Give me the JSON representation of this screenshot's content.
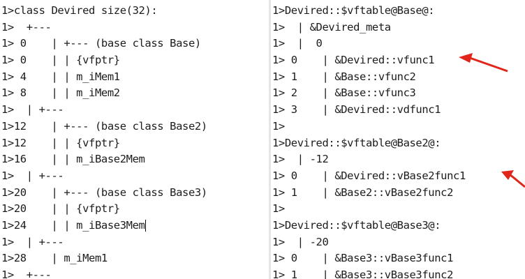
{
  "left_pane": {
    "lines": [
      "1>class Devired size(32):",
      "1>  +---",
      "1> 0    | +--- (base class Base)",
      "1> 0    | | {vfptr}",
      "1> 4    | | m_iMem1",
      "1> 8    | | m_iMem2",
      "1>  | +---",
      "1>12    | +--- (base class Base2)",
      "1>12    | | {vfptr}",
      "1>16    | | m_iBase2Mem",
      "1>  | +---",
      "1>20    | +--- (base class Base3)",
      "1>20    | | {vfptr}",
      "1>24    | | m_iBase3Mem",
      "1>  | +---",
      "1>28    | m_iMem1",
      "1>  +---"
    ]
  },
  "right_pane": {
    "lines": [
      "1>Devired::$vftable@Base@:",
      "1>  | &Devired_meta",
      "1>  |  0",
      "1> 0    | &Devired::vfunc1",
      "1> 1    | &Base::vfunc2",
      "1> 2    | &Base::vfunc3",
      "1> 3    | &Devired::vdfunc1",
      "1>",
      "1>Devired::$vftable@Base2@:",
      "1>  | -12",
      "1> 0    | &Devired::vBase2func1",
      "1> 1    | &Base2::vBase2func2",
      "1>",
      "1>Devired::$vftable@Base3@:",
      "1>  | -20",
      "1> 0    | &Base3::vBase3func1",
      "1> 1    | &Base3::vBase3func2"
    ]
  },
  "annotations": {
    "arrow_color": "#e0251b",
    "arrows": [
      {
        "points_to": "&Devired::vfunc1"
      },
      {
        "points_to": "&Devired::vBase2func1"
      }
    ]
  }
}
